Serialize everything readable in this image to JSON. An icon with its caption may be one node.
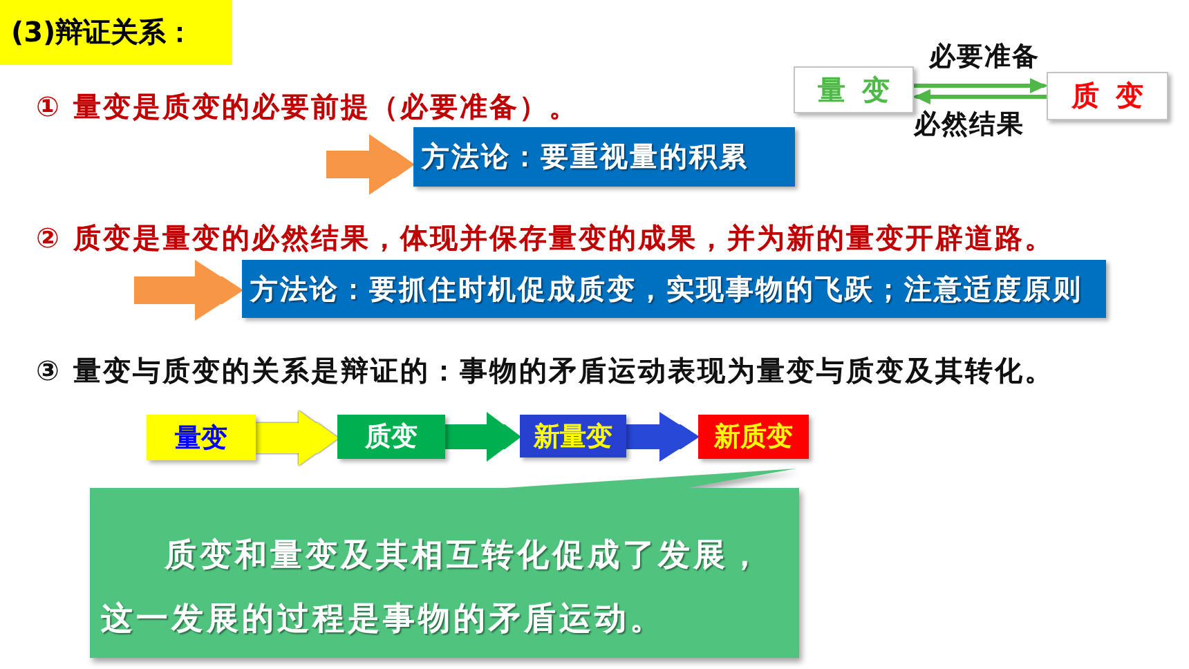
{
  "diagram": {
    "title": "(3)辩证关系：",
    "nodes": [
      {
        "text": [
          "方法论：要重视量的积累"
        ]
      },
      {
        "text": [
          "方法论：要抓住时机促成质变，实现事物的飞跃；注意适度原则"
        ]
      },
      {
        "text": [
          "量变"
        ]
      },
      {
        "text": [
          "质变"
        ]
      },
      {
        "text": [
          "量变"
        ]
      },
      {
        "text": [
          "质变"
        ]
      },
      {
        "text": [
          "新量变"
        ]
      },
      {
        "text": [
          "新质变"
        ]
      },
      {
        "text": [
          "质变和量变及其相互转化促成了发展，这一发展的过程是事物的矛盾运动。"
        ]
      }
    ],
    "edges": [
      {
        "from": null,
        "to": 0,
        "arrow": "to",
        "color": "#f79646"
      },
      {
        "from": null,
        "to": 1,
        "arrow": "to",
        "color": "#f79646"
      },
      {
        "from": 2,
        "to": 3,
        "arrow": "to",
        "label": "必要准备",
        "color": "#4fb848"
      },
      {
        "from": 3,
        "to": 2,
        "arrow": "to",
        "label": "必然结果",
        "color": "#4fb848"
      },
      {
        "from": 4,
        "to": 5,
        "arrow": "to",
        "color": "#ffff00"
      },
      {
        "from": 5,
        "to": 6,
        "arrow": "to",
        "color": "#00b050"
      },
      {
        "from": 6,
        "to": 7,
        "arrow": "to",
        "color": "#2848d8"
      }
    ],
    "labels": [
      "① 量变是质变的必要前提（必要准备）。",
      "② 质变是量变的必然结果，体现并保存量变的成果，并为新的量变开辟道路。",
      "③ 量变与质变的关系是辩证的：事物的矛盾运动表现为量变与质变及其转化。"
    ]
  }
}
